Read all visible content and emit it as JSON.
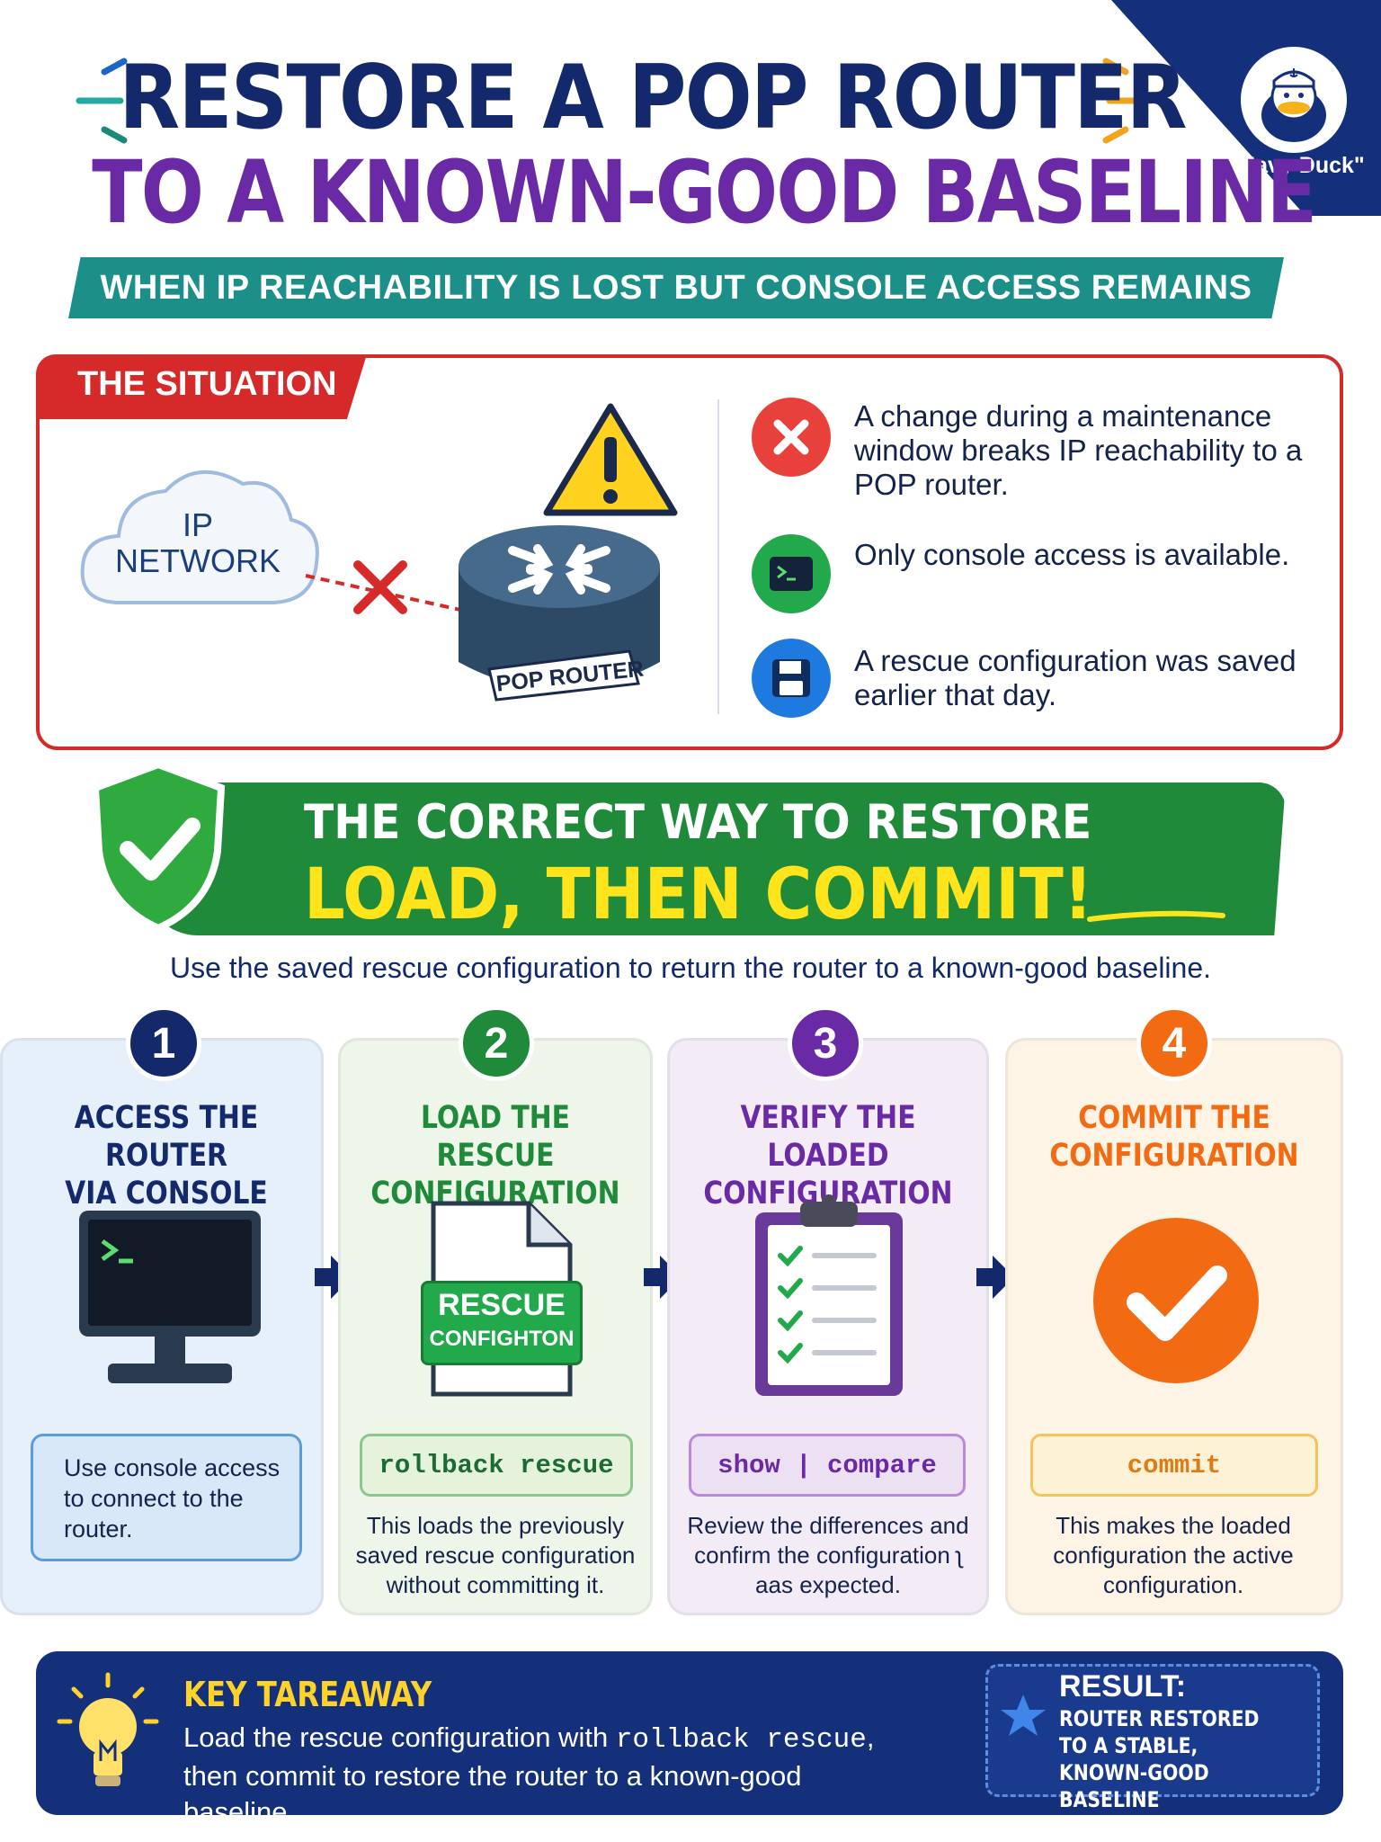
{
  "header": {
    "title_line1": "RESTORE A POP ROUTER",
    "title_line2": "TO A KNOWN-GOOD BASELINE",
    "subtitle": "WHEN IP REACHABILITY IS LOST BUT CONSOLE ACCESS REMAINS",
    "mascot_label": "\"Navy Duck\""
  },
  "situation": {
    "tab": "THE SITUATION",
    "cloud_label_1": "IP",
    "cloud_label_2": "NETWORK",
    "router_label": "POP ROUTER",
    "bullets": [
      {
        "icon": "error-x-icon",
        "color": "#e8413c",
        "text": "A change during a maintenance window breaks IP reachability to a POP router."
      },
      {
        "icon": "terminal-icon",
        "color": "#22a94b",
        "text": "Only console access is available."
      },
      {
        "icon": "floppy-disk-icon",
        "color": "#1f7ae0",
        "text": "A rescue configuration was saved earlier that day."
      }
    ]
  },
  "banner": {
    "line1": "THE CORRECT WAY TO RESTORE",
    "line2": "LOAD, THEN COMMIT!",
    "intro": "Use the saved rescue configuration to return the router to a known-good baseline."
  },
  "steps": [
    {
      "num": "1",
      "title_1": "ACCESS THE ROUTER",
      "title_2": "VIA CONSOLE",
      "color": "#14296b",
      "bg": "#e6f0fb",
      "cmd": "Use console access to connect to the router.",
      "desc": ""
    },
    {
      "num": "2",
      "title_1": "LOAD THE RESCUE",
      "title_2": "CONFIGURATION",
      "color": "#1e8a3a",
      "bg": "#eef6ea",
      "cmd": "rollback rescue",
      "doc_label_1": "RESCUE",
      "doc_label_2": "CONFIGHTON",
      "desc": "This loads the previously saved rescue configuration without committing it."
    },
    {
      "num": "3",
      "title_1": "VERIFY THE LOADED",
      "title_2": "CONFIGURATION",
      "color": "#6a2aa6",
      "bg": "#f3ecf7",
      "cmd": "show | compare",
      "desc": "Review the differences and confirm the configuration ʅ aas expected."
    },
    {
      "num": "4",
      "title_1": "COMMIT THE",
      "title_2": "CONFIGURATION",
      "color": "#f26a12",
      "bg": "#fdf4e6",
      "cmd": "commit",
      "desc": "This makes the loaded configuration the active configuration."
    }
  ],
  "takeaway": {
    "title": "KEY TAREAWAY",
    "text_1": "Load the rescue configuration with ",
    "text_cmd": "rollback rescue",
    "text_2": ",",
    "text_3": "then commit to restore the router to a known-good baseline.",
    "result_title": "RESULT:",
    "result_text": "ROUTER RESTORED TO A STABLE, KNOWN-GOOD BASELINE"
  }
}
